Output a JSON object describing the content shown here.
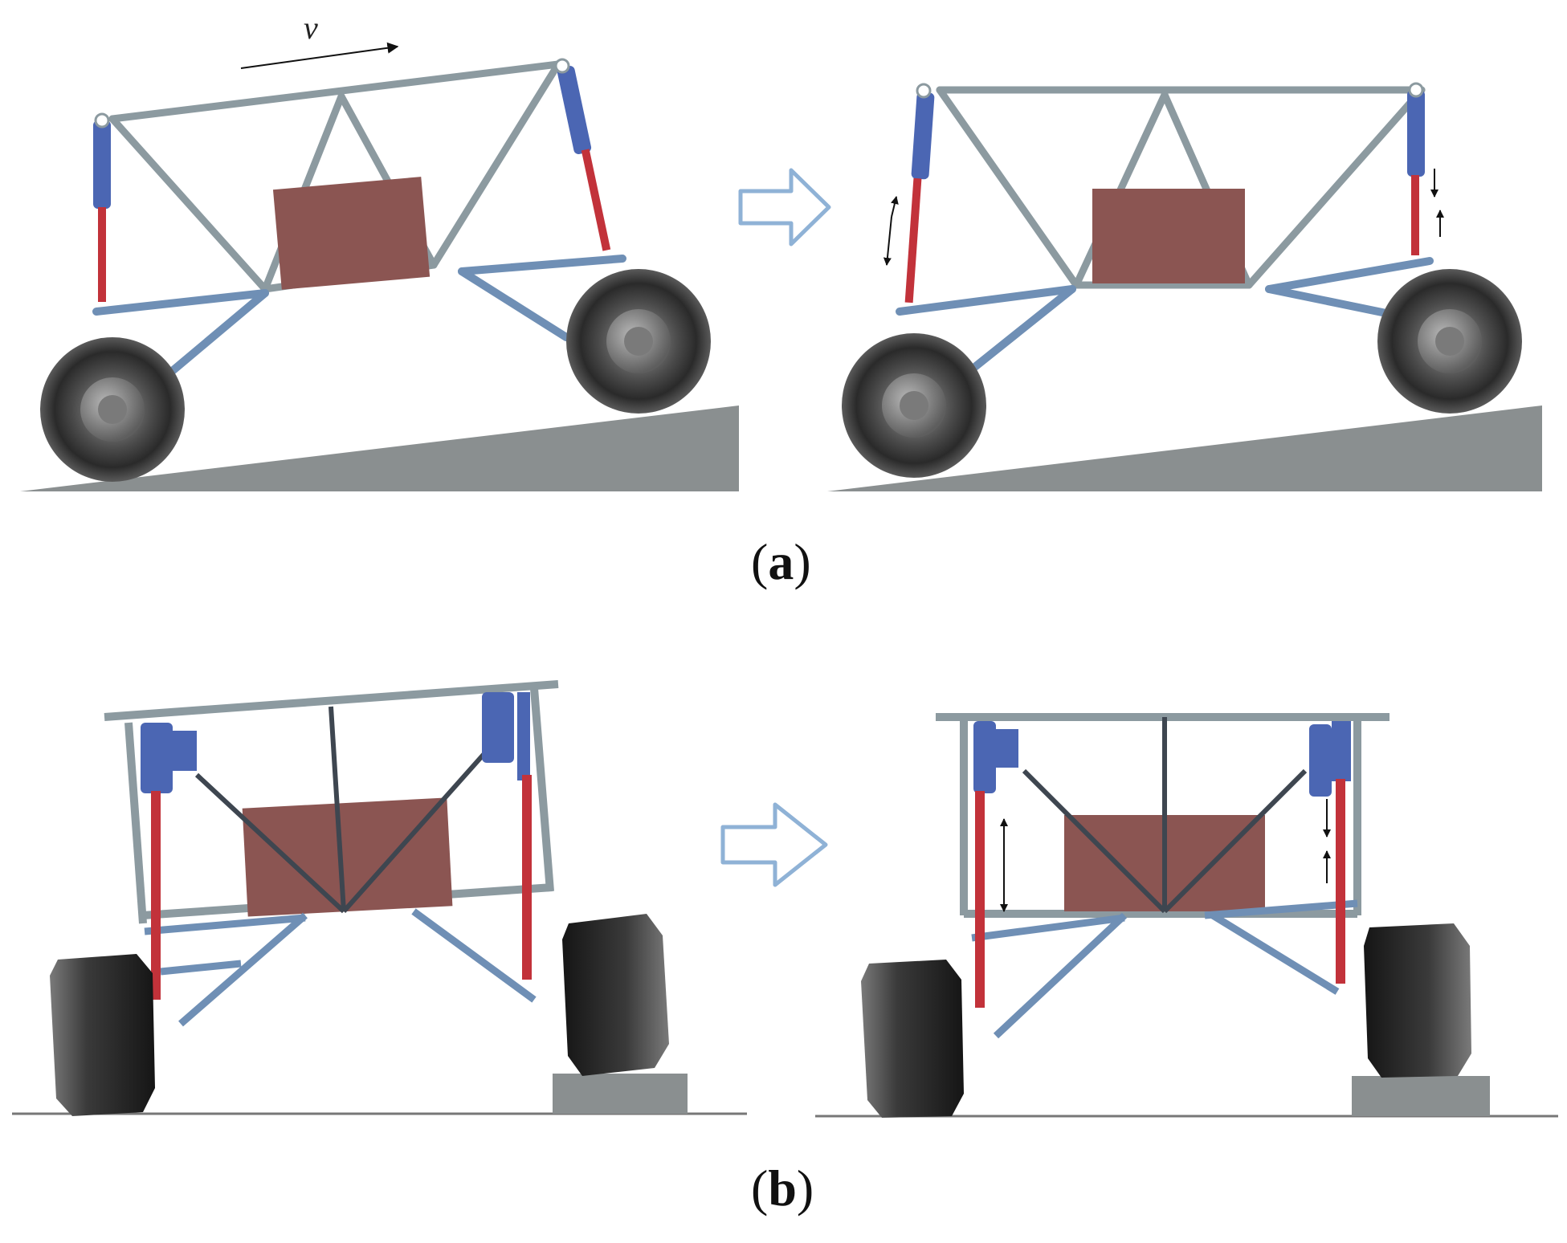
{
  "figure": {
    "panel_a": {
      "caption_open": "(",
      "caption_letter": "a",
      "caption_close": ")",
      "velocity_label": "v",
      "description_colors": {
        "frame": "#8c9aa0",
        "actuator_blue": "#4b66b3",
        "actuator_red": "#c2323a",
        "payload": "#8b5552",
        "ground": "#8a8f90",
        "tire": "#3a3a3a"
      }
    },
    "panel_b": {
      "caption_open": "(",
      "caption_letter": "b",
      "caption_close": ")"
    },
    "transition_arrow_icon": "hollow-right-arrow-icon"
  }
}
